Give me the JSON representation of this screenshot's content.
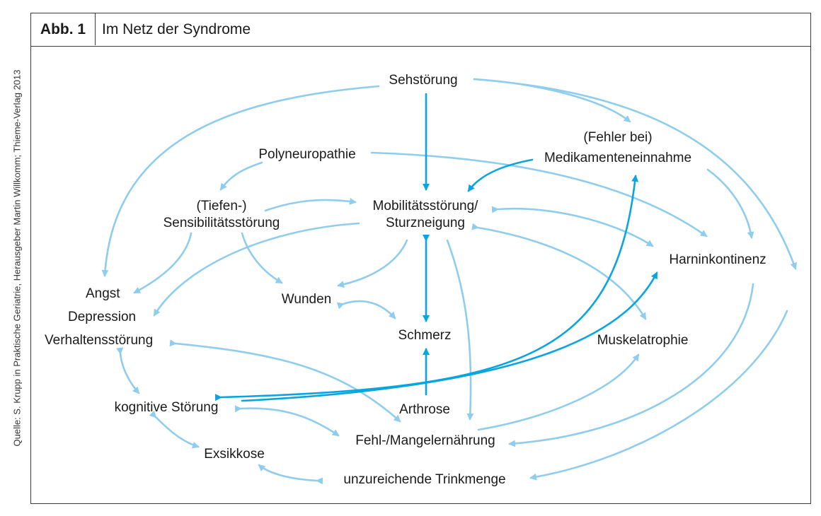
{
  "figure": {
    "label": "Abb. 1",
    "title": "Im Netz der Syndrome",
    "source": "Quelle: S. Krupp in Praktische Geriatrie, Herausgeber Martin Willkomm; Thieme-Verlag 2013"
  },
  "colors": {
    "arrow_light": "#8fcdee",
    "arrow_dark": "#0aa5e0",
    "border": "#3a3a3a"
  },
  "nodes": {
    "sehstoerung": "Sehstörung",
    "fehler_bei": "(Fehler bei)",
    "medikamenteneinnahme": "Medikamenteneinnahme",
    "polyneuropathie": "Polyneuropathie",
    "tiefen": "(Tiefen-)",
    "sensibilitaetsstoerung": "Sensibilitätsstörung",
    "mobilitaetsstoerung": "Mobilitätsstörung/",
    "sturzneigung": "Sturzneigung",
    "harninkontinenz": "Harninkontinenz",
    "angst": "Angst",
    "depression": "Depression",
    "verhaltensstoerung": "Verhaltensstörung",
    "wunden": "Wunden",
    "schmerz": "Schmerz",
    "muskelatrophie": "Muskelatrophie",
    "kognitive_stoerung": "kognitive Störung",
    "arthrose": "Arthrose",
    "exsikkose": "Exsikkose",
    "fehl_mangelernaehrung": "Fehl-/Mangelernährung",
    "trinkmenge": "unzureichende Trinkmenge"
  }
}
